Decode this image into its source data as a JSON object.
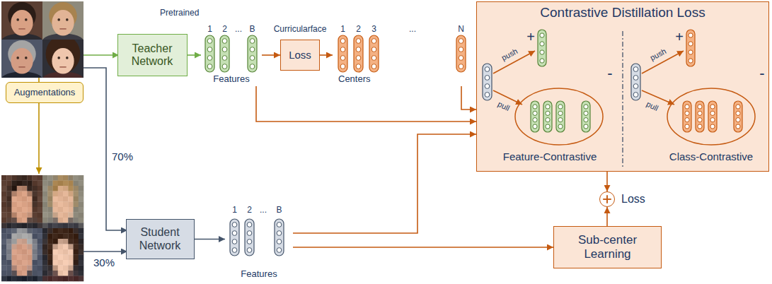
{
  "diagram": {
    "nodes": [
      {
        "text": [
          "Teacher Network"
        ]
      },
      {
        "text": [
          "Features"
        ]
      },
      {
        "text": [
          "Loss"
        ]
      },
      {
        "text": [
          "Centers"
        ]
      },
      {
        "text": [
          "Contrastive Distillation Loss"
        ]
      },
      {
        "text": [
          "Augmentations"
        ]
      },
      {
        "text": [
          "Student Network"
        ]
      },
      {
        "text": [
          "Features"
        ]
      },
      {
        "text": [
          "Loss"
        ]
      },
      {
        "text": [
          "Sub-center Learning"
        ]
      }
    ],
    "edges": [
      {
        "from": 0,
        "to": 1,
        "arrow": "to"
      },
      {
        "from": 1,
        "to": 2,
        "arrow": "to"
      },
      {
        "from": 2,
        "to": 3,
        "arrow": "to"
      },
      {
        "from": 3,
        "to": 4,
        "arrow": "to"
      },
      {
        "from": 1,
        "to": 4,
        "arrow": "to"
      },
      {
        "from": 6,
        "to": 7,
        "arrow": "to"
      },
      {
        "from": 7,
        "to": 4,
        "arrow": "to"
      },
      {
        "from": 7,
        "to": 9,
        "arrow": "to"
      },
      {
        "from": 4,
        "to": 8,
        "arrow": "to"
      },
      {
        "from": 9,
        "to": 8,
        "arrow": "to"
      }
    ],
    "labels": [
      "Pretrained",
      "Curricularface",
      "1",
      "2",
      "...",
      "B",
      "1",
      "2",
      "3",
      "...",
      "N",
      "push",
      "pull",
      "+",
      "-",
      "Feature-Contrastive",
      "push",
      "pull",
      "+",
      "-",
      "Class-Contrastive",
      "70%",
      "30%",
      "1",
      "2",
      "...",
      "B"
    ]
  }
}
